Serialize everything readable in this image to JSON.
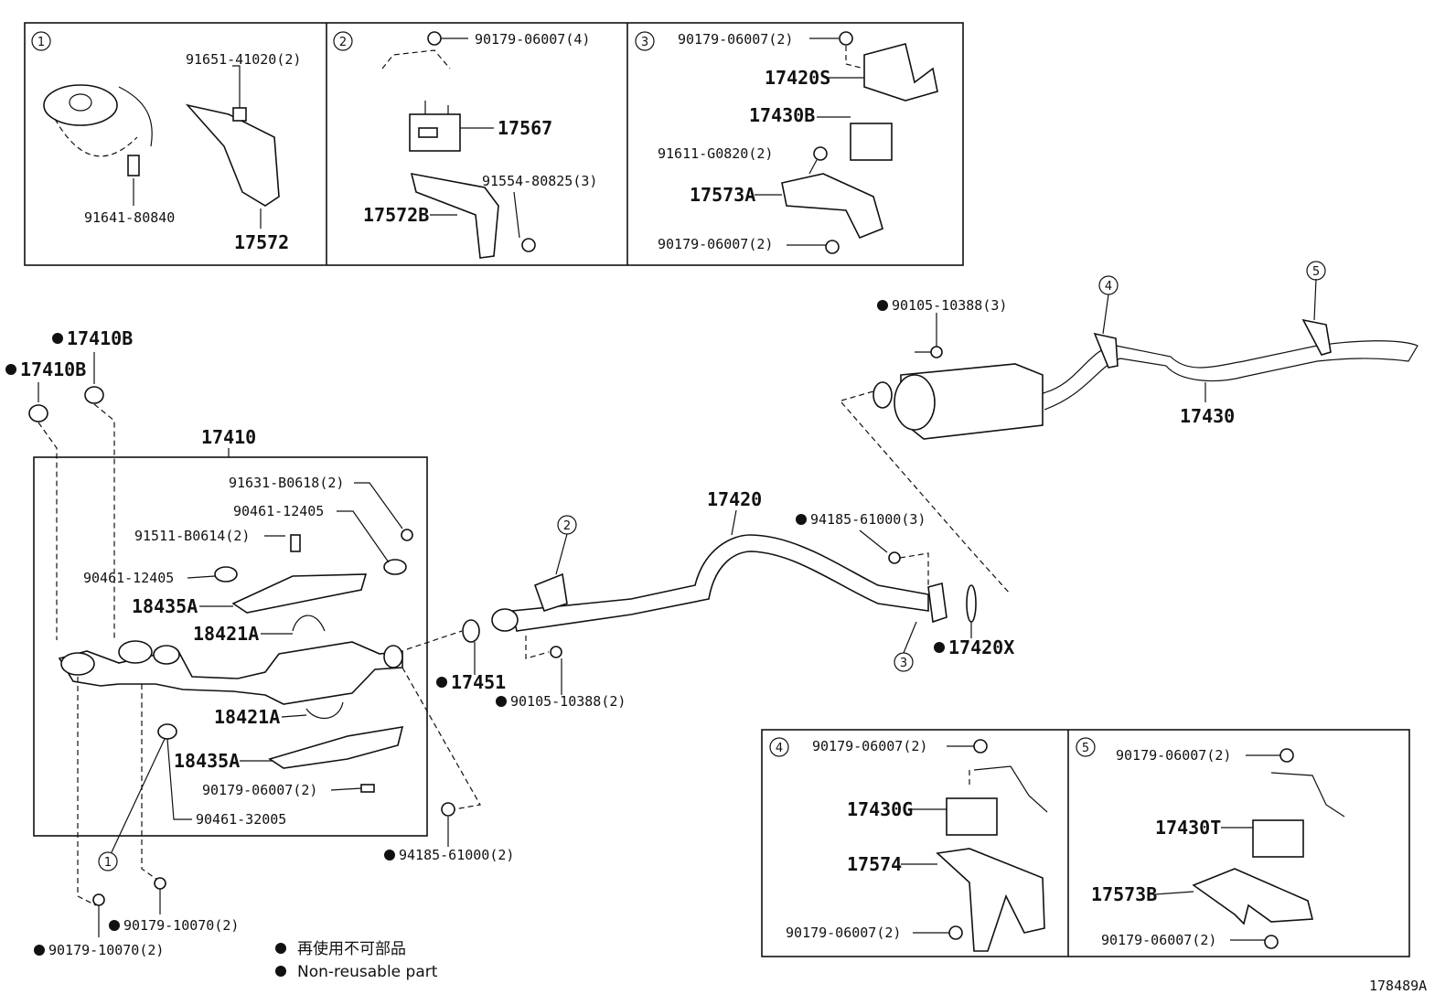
{
  "diagram_id": "178489A",
  "legend": {
    "jp": "再使用不可部品",
    "en": "Non-reusable part"
  },
  "insets": {
    "i1": {
      "num": "1",
      "labels": {
        "bolt_top": "91651-41020(2)",
        "bolt_bottom": "91641-80840",
        "bracket": "17572"
      }
    },
    "i2": {
      "num": "2",
      "labels": {
        "nut": "90179-06007(4)",
        "mount": "17567",
        "bolt": "91554-80825(3)",
        "bracket": "17572B"
      }
    },
    "i3": {
      "num": "3",
      "labels": {
        "nut_top": "90179-06007(2)",
        "heat": "17420S",
        "mount": "17430B",
        "bolt": "91611-G0820(2)",
        "bracket": "17573A",
        "nut_bottom": "90179-06007(2)"
      }
    },
    "i4": {
      "num": "4",
      "labels": {
        "nut_top": "90179-06007(2)",
        "mount": "17430G",
        "bracket": "17574",
        "nut_bottom": "90179-06007(2)"
      }
    },
    "i5": {
      "num": "5",
      "labels": {
        "nut_top": "90179-06007(2)",
        "mount": "17430T",
        "bracket": "17573B",
        "nut_bottom": "90179-06007(2)"
      }
    }
  },
  "main": {
    "g1": "17410B",
    "g2": "17410B",
    "assembly": "17410",
    "a_bolt1": "91631-B0618(2)",
    "a_clamp1": "90461-12405",
    "a_bolt2": "91511-B0614(2)",
    "a_clamp2": "90461-12405",
    "a_heat1": "18435A",
    "a_band1": "18421A",
    "a_band2": "18421A",
    "a_heat2": "18435A",
    "a_nut": "90179-06007(2)",
    "a_clamp3": "90461-32005",
    "nut_a": "90179-10070(2)",
    "nut_b": "90179-10070(2)",
    "gasket_mid": "17451",
    "bolt_mid": "90105-10388(2)",
    "nut_mid": "94185-61000(2)",
    "pipe_center": "17420",
    "nut_center": "94185-61000(3)",
    "gasket_center": "17420X",
    "bolt_rear": "90105-10388(3)",
    "tailpipe": "17430",
    "c1": "1",
    "c2": "2",
    "c3": "3",
    "c4": "4",
    "c5": "5"
  }
}
